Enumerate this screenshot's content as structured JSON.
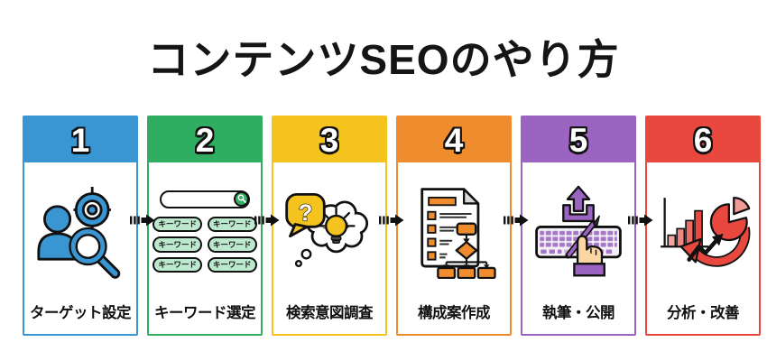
{
  "title": "コンテンツSEOのやり方",
  "background_color": "#ffffff",
  "steps": [
    {
      "number": "1",
      "label": "ターゲット設定",
      "color": "#3a96d3",
      "icon": "target-audience-icon"
    },
    {
      "number": "2",
      "label": "キーワード選定",
      "color": "#2fae62",
      "icon": "keyword-search-icon"
    },
    {
      "number": "3",
      "label": "検索意図調査",
      "color": "#f4c31d",
      "icon": "search-intent-icon"
    },
    {
      "number": "4",
      "label": "構成案作成",
      "color": "#ef8c2e",
      "icon": "outline-flowchart-icon"
    },
    {
      "number": "5",
      "label": "執筆・公開",
      "color": "#9c64c1",
      "icon": "write-publish-icon"
    },
    {
      "number": "6",
      "label": "分析・改善",
      "color": "#e8483e",
      "icon": "analyze-improve-icon"
    }
  ],
  "keyword_pill_label": "キーワード",
  "question_mark": "?"
}
